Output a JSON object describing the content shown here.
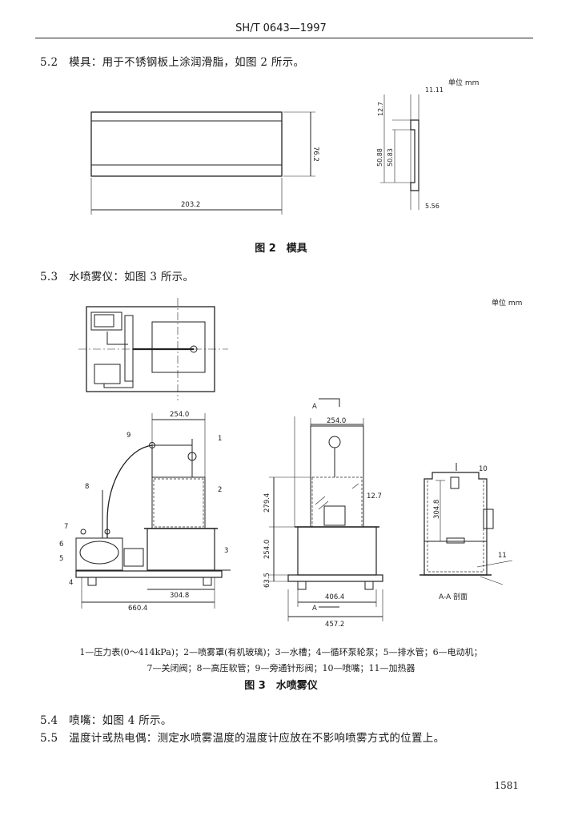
{
  "header": {
    "std_code": "SH/T 0643—1997"
  },
  "sections": {
    "s52": "5.2　模具：用于不锈钢板上涂润滑脂，如图 2 所示。",
    "s53": "5.3　水喷雾仪：如图 3 所示。",
    "s54": "5.4　喷嘴：如图 4 所示。",
    "s55": "5.5　温度计或热电偶：测定水喷雾温度的温度计应放在不影响喷雾方式的位置上。"
  },
  "fig2": {
    "caption": "图 2　模具",
    "unit": "单位 mm",
    "dims": {
      "width": "203.2",
      "height": "76.2",
      "d1": "11.11",
      "d2": "12.7",
      "d3": "50.88",
      "d4": "50.83",
      "d5": "5.56"
    }
  },
  "fig3": {
    "caption": "图 3　水喷雾仪",
    "unit": "单位 mm",
    "legend_line1": "1—压力表(0～414kPa)；2—喷雾罩(有机玻璃)；3—水槽；4—循环泵轮泵；5—排水管；6—电动机；",
    "legend_line2": "7—关闭阀；8—高压软管；9—旁通针形阀；10—喷嘴；11—加热器",
    "dims": {
      "front_top_width": "254.0",
      "front_bottom_1": "304.8",
      "front_bottom_2": "660.4",
      "side_top_width": "254.0",
      "side_h1": "279.4",
      "side_h2": "254.0",
      "side_h3": "63.5",
      "side_w1": "406.4",
      "side_w2": "457.2",
      "side_small": "12.7",
      "section_h": "304.8",
      "section_label": "A-A 剖面",
      "section_marker": "A"
    },
    "callouts": [
      "1",
      "2",
      "3",
      "4",
      "5",
      "6",
      "7",
      "8",
      "9",
      "10",
      "11"
    ]
  },
  "page_number": "1581"
}
